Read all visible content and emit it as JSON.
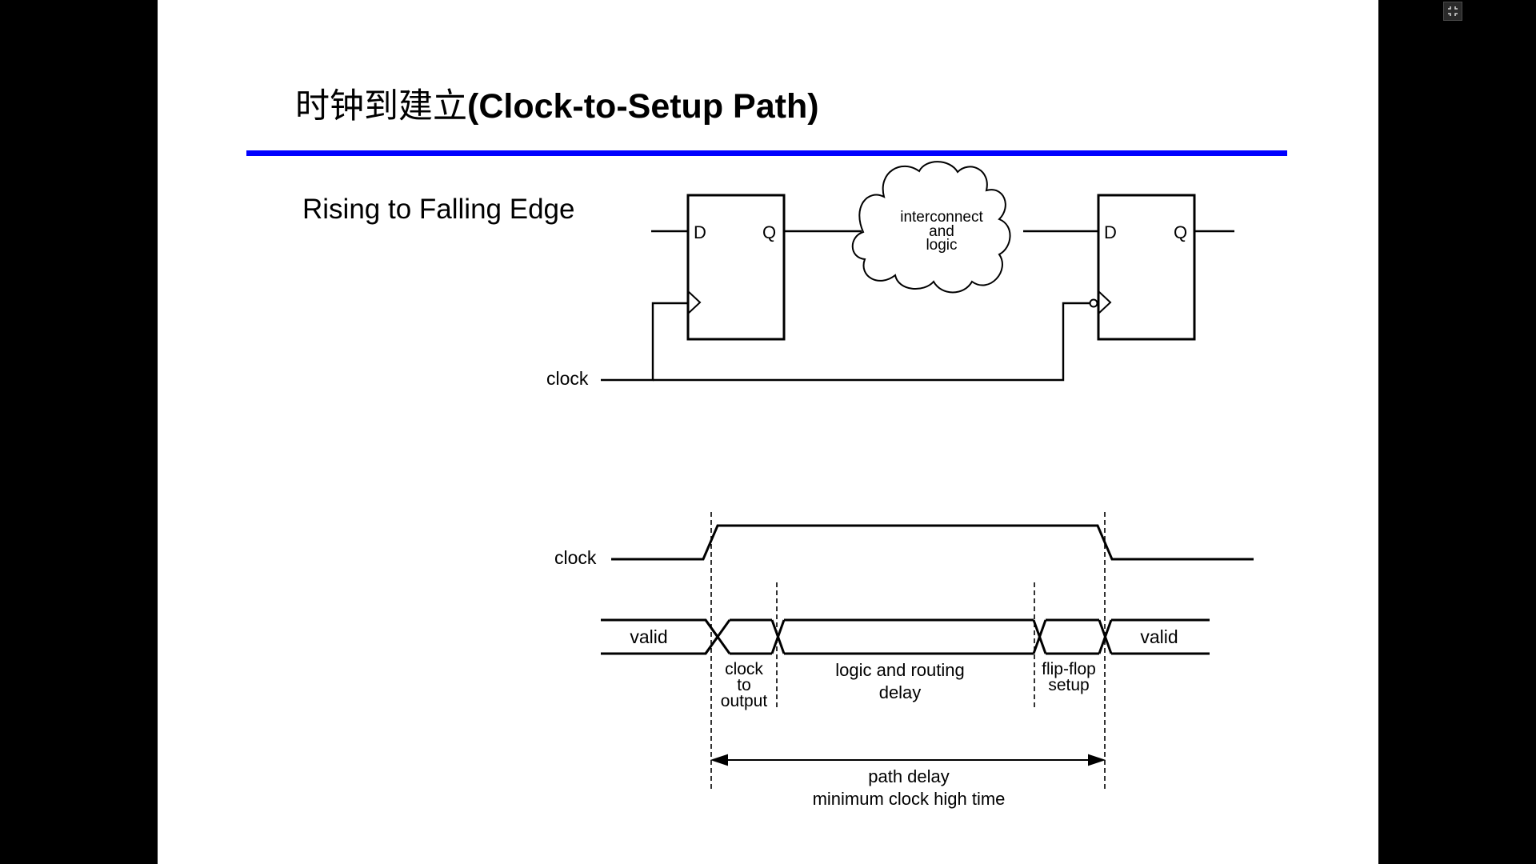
{
  "slide": {
    "title_cn": "时钟到建立",
    "title_en": "(Clock-to-Setup Path)",
    "subtitle": "Rising to Falling Edge"
  },
  "circuit": {
    "ff1": {
      "d": "D",
      "q": "Q"
    },
    "ff2": {
      "d": "D",
      "q": "Q"
    },
    "cloud": [
      "interconnect",
      "and",
      "logic"
    ],
    "clock_label": "clock"
  },
  "timing": {
    "clock_label": "clock",
    "valid_left": "valid",
    "valid_right": "valid",
    "clock_to_output": [
      "clock",
      "to",
      "output"
    ],
    "logic_routing": [
      "logic and routing",
      "delay"
    ],
    "ff_setup": [
      "flip-flop",
      "setup"
    ],
    "path_delay": "path delay",
    "min_clock_high": "minimum clock high time"
  },
  "colors": {
    "title_rule": "#0000ff",
    "background": "#000000",
    "slide": "#ffffff"
  },
  "icons": {
    "exit_fullscreen": "exit-fullscreen-icon"
  }
}
